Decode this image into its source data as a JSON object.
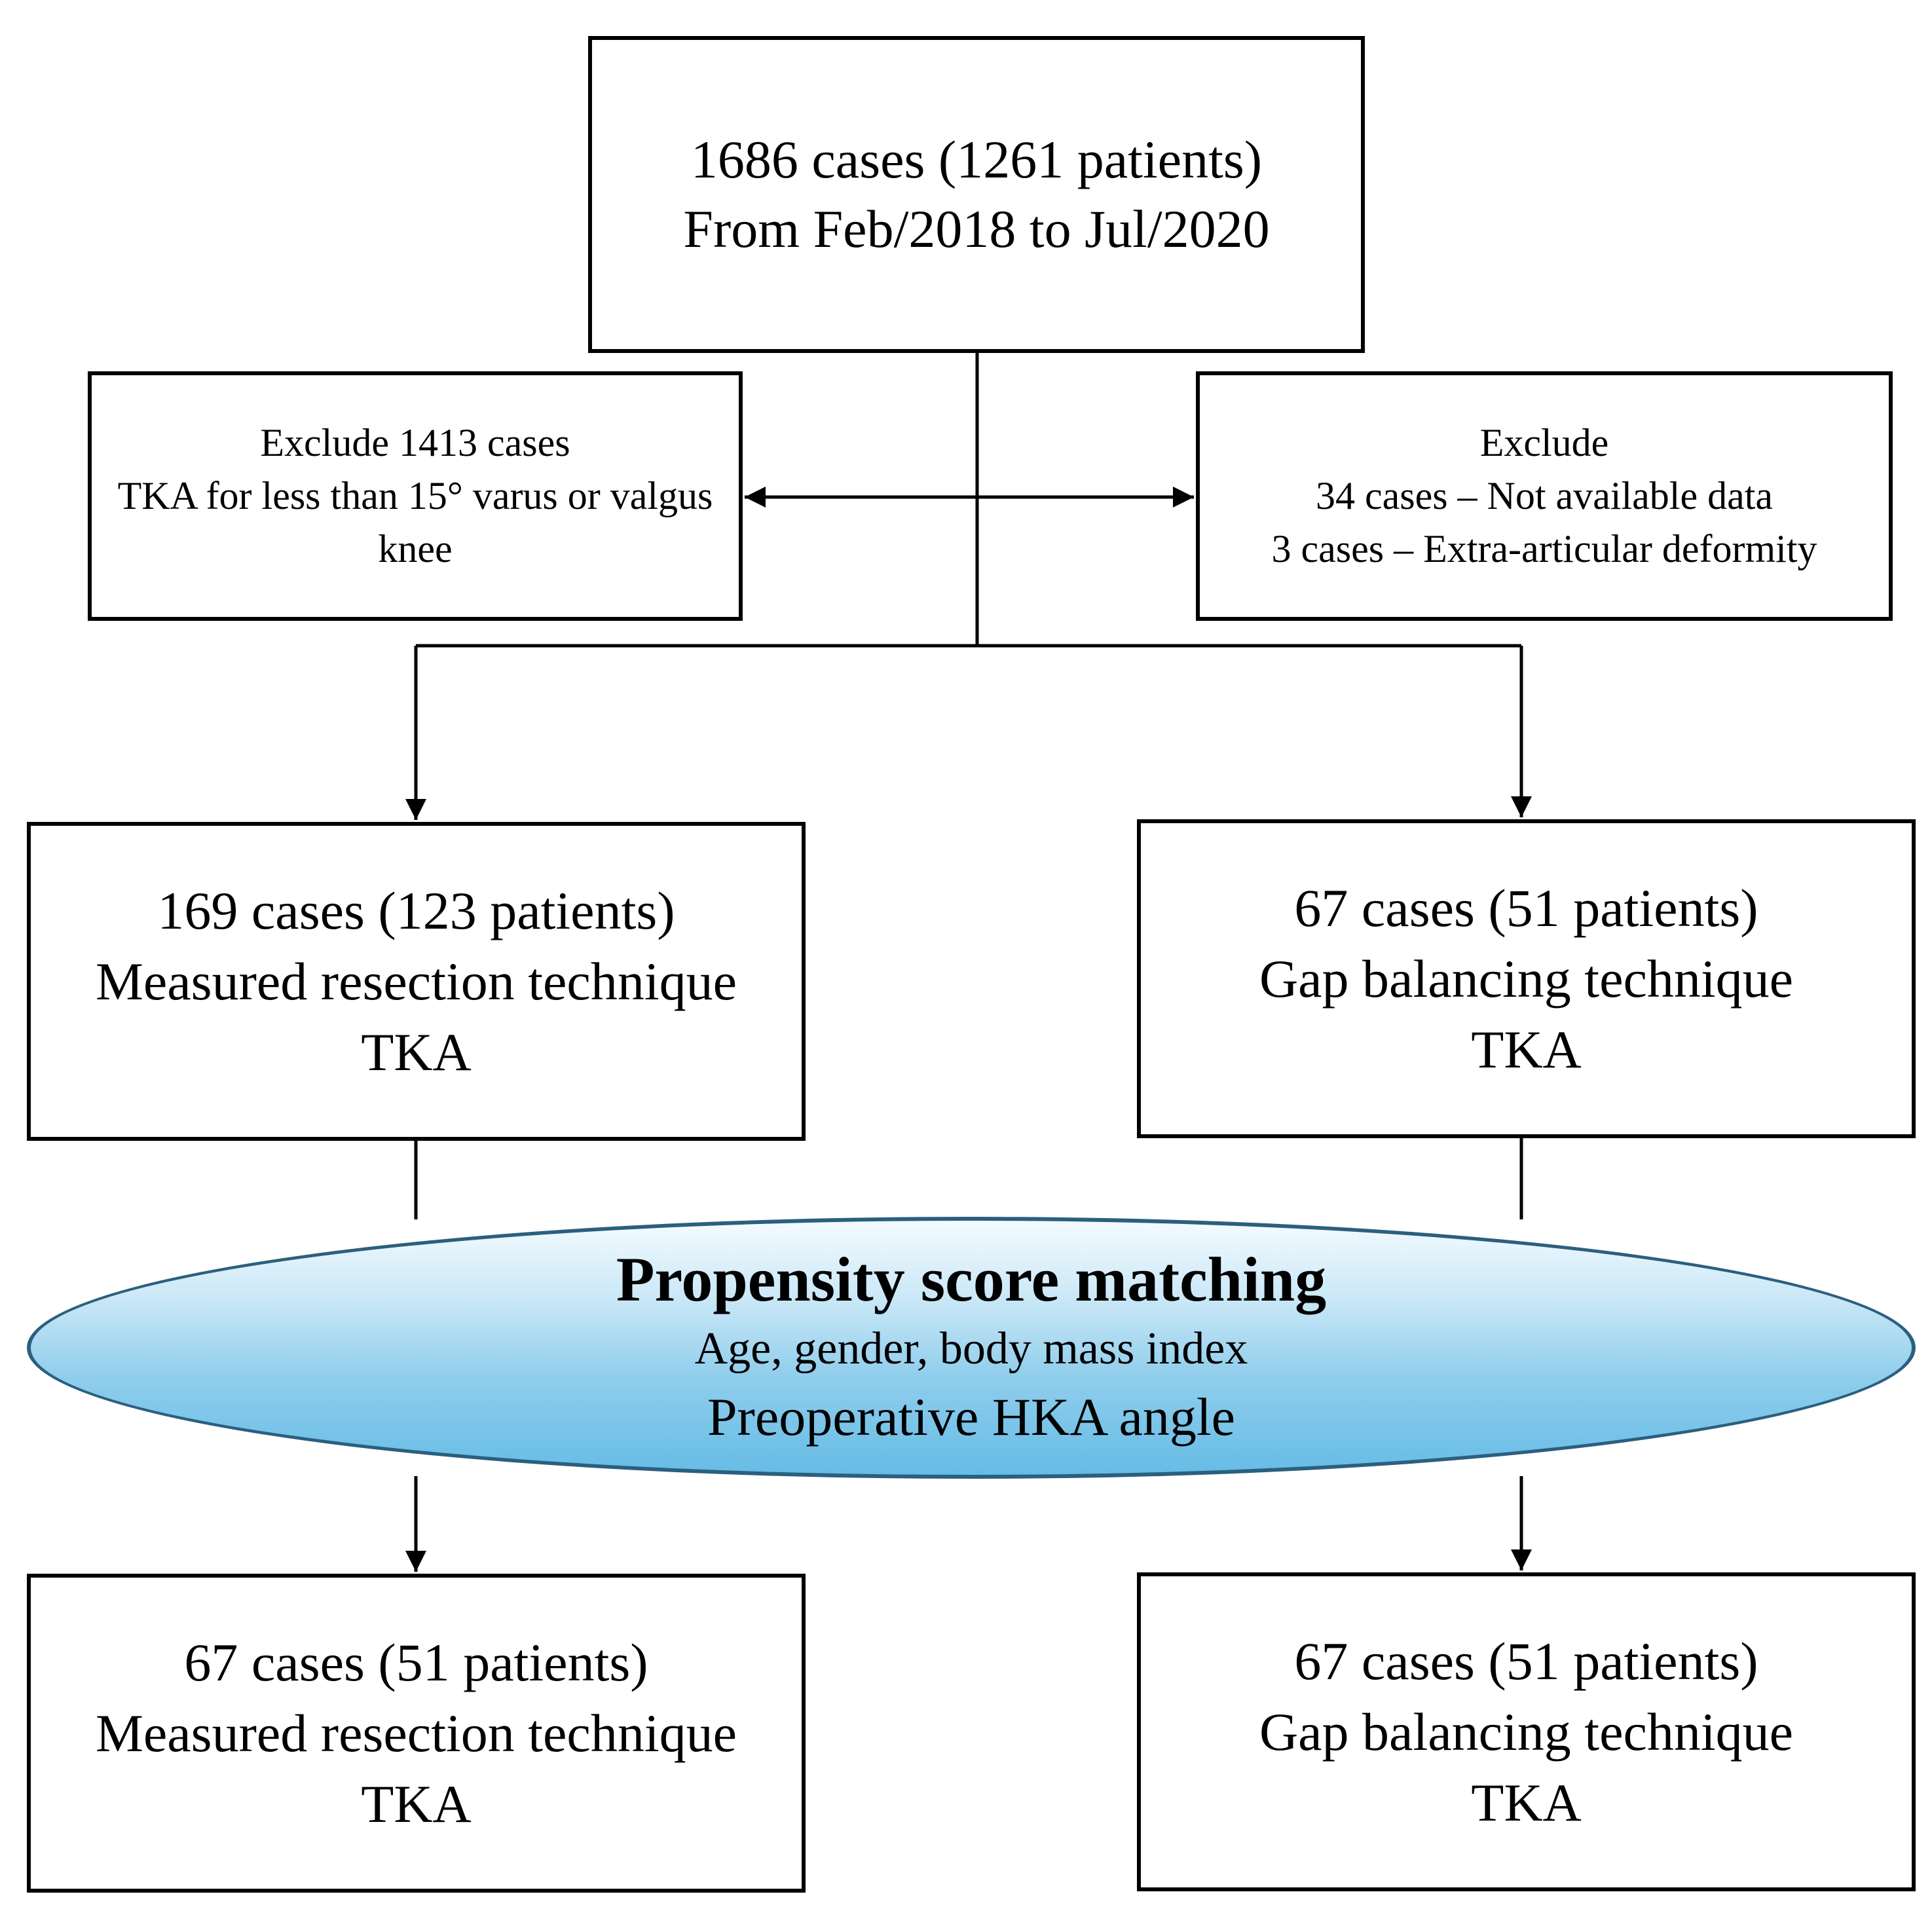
{
  "total": {
    "line1": "1686 cases (1261 patients)",
    "line2": "From Feb/2018 to Jul/2020"
  },
  "exclude_left": {
    "line1": "Exclude 1413 cases",
    "line2": "TKA for less than 15° varus or valgus knee"
  },
  "exclude_right": {
    "line1": "Exclude",
    "line2": "34 cases – Not available data",
    "line3": "3 cases – Extra-articular deformity"
  },
  "measured_resection_pre": {
    "line1": "169 cases (123 patients)",
    "line2": "Measured resection technique",
    "line3": "TKA"
  },
  "gap_balancing_pre": {
    "line1": "67 cases (51 patients)",
    "line2": "Gap balancing technique",
    "line3": "TKA"
  },
  "propensity": {
    "title": "Propensity score matching",
    "line1": "Age, gender, body mass index",
    "line2": "Preoperative HKA angle"
  },
  "measured_resection_post": {
    "line1": "67 cases (51 patients)",
    "line2": "Measured resection technique",
    "line3": "TKA"
  },
  "gap_balancing_post": {
    "line1": "67 cases (51 patients)",
    "line2": "Gap balancing technique",
    "line3": "TKA"
  },
  "colors": {
    "ellipse_border": "#2b5f7e",
    "ellipse_fill_top": "#f4fbff",
    "ellipse_fill_bottom": "#66bce6",
    "line": "#000000"
  }
}
